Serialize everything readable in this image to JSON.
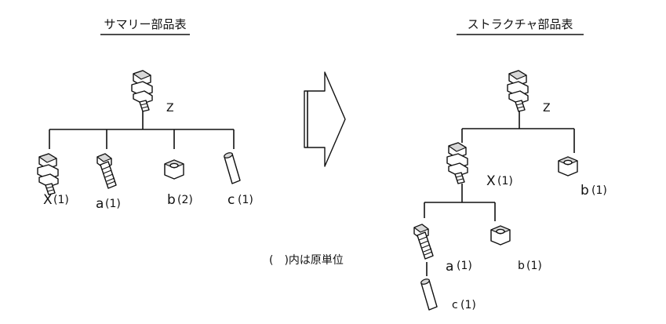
{
  "left": {
    "title": "サマリー部品表",
    "root": "Z",
    "children": [
      "X",
      "a",
      "b",
      "c"
    ],
    "quantities": [
      "(1)",
      "(1)",
      "(2)",
      "(1)"
    ]
  },
  "right": {
    "title": "ストラクチャ部品表",
    "root": "Z",
    "x_label": "X",
    "x_qty": "(1)",
    "b_top_label": "b",
    "b_top_qty": "(1)",
    "a_label": "a",
    "a_qty": "(1)",
    "b_sub_label": "b",
    "b_sub_qty": "(1)",
    "c_label": "c",
    "c_qty": "(1)"
  },
  "note": "(　)内は原単位",
  "icons": [
    "assembly-icon",
    "bolt-icon",
    "nut-icon",
    "pin-icon",
    "arrow-right-icon"
  ]
}
